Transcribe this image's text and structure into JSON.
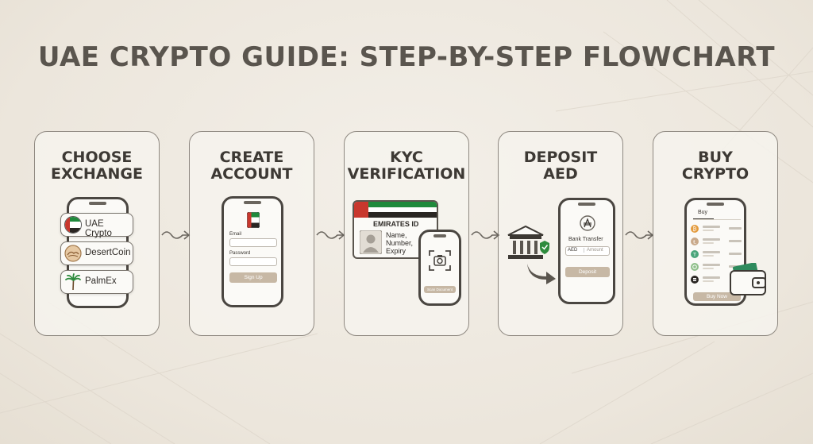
{
  "title": "UAE CRYPTO GUIDE: STEP-BY-STEP FLOWCHART",
  "steps": [
    {
      "line1": "CHOOSE",
      "line2": "EXCHANGE"
    },
    {
      "line1": "CREATE",
      "line2": "ACCOUNT"
    },
    {
      "line1": "KYC",
      "line2": "VERIFICATION"
    },
    {
      "line1": "DEPOSIT",
      "line2": "AED"
    },
    {
      "line1": "BUY",
      "line2": "CRYPTO"
    }
  ],
  "exchanges": [
    {
      "name": "UAE Crypto",
      "icon": "uae-flag-icon"
    },
    {
      "name": "DesertCoin",
      "icon": "desertcoin-icon"
    },
    {
      "name": "PalmEx",
      "icon": "palm-tree-icon"
    }
  ],
  "signup": {
    "email_label": "Email",
    "password_label": "Password",
    "button": "Sign Up"
  },
  "kyc": {
    "card_title": "EMIRATES ID",
    "card_text": "Name, Number, Expiry",
    "scan_button": "Scan Document"
  },
  "deposit": {
    "method": "Bank Transfer",
    "currency": "AED",
    "amount_placeholder": "Amount",
    "button": "Deposit"
  },
  "buy": {
    "tab": "Buy",
    "button": "Buy Now",
    "coins": [
      "bitcoin-icon",
      "litecoin-icon",
      "tether-icon",
      "generic-coin-icon",
      "solana-icon"
    ]
  },
  "colors": {
    "uae_green": "#1f8a3c",
    "uae_red": "#c8372d",
    "uae_black": "#2a2623",
    "button_tan": "#c7b8a5",
    "card_border": "#8e8880"
  }
}
